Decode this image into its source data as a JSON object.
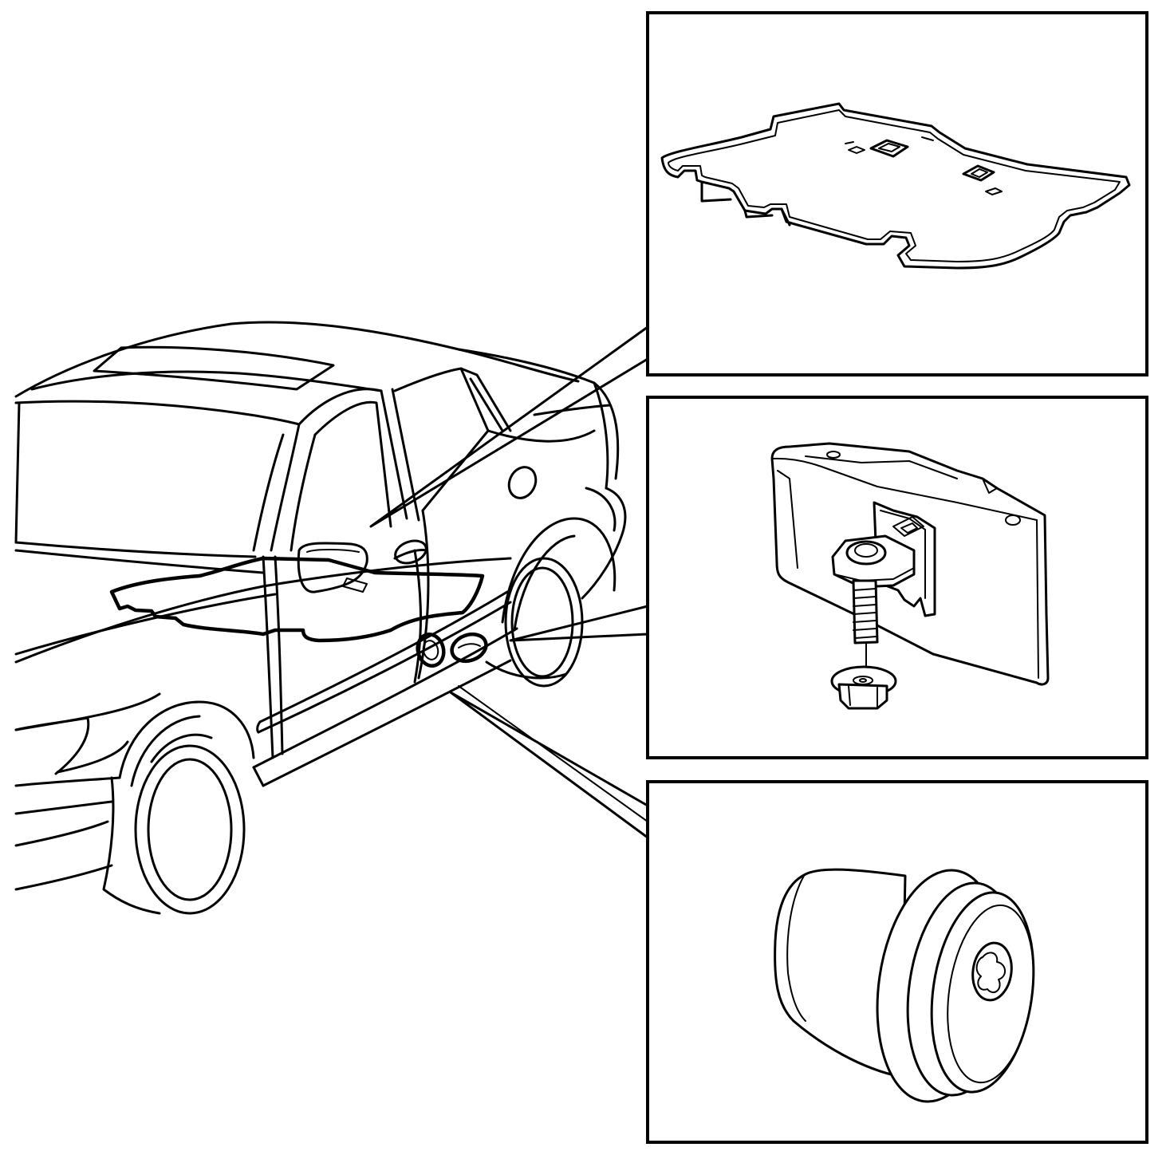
{
  "figure": {
    "callouts": [
      {
        "id": "floor-mat"
      },
      {
        "id": "mounting-bracket-bolt-nut"
      },
      {
        "id": "drain-plug"
      }
    ]
  }
}
